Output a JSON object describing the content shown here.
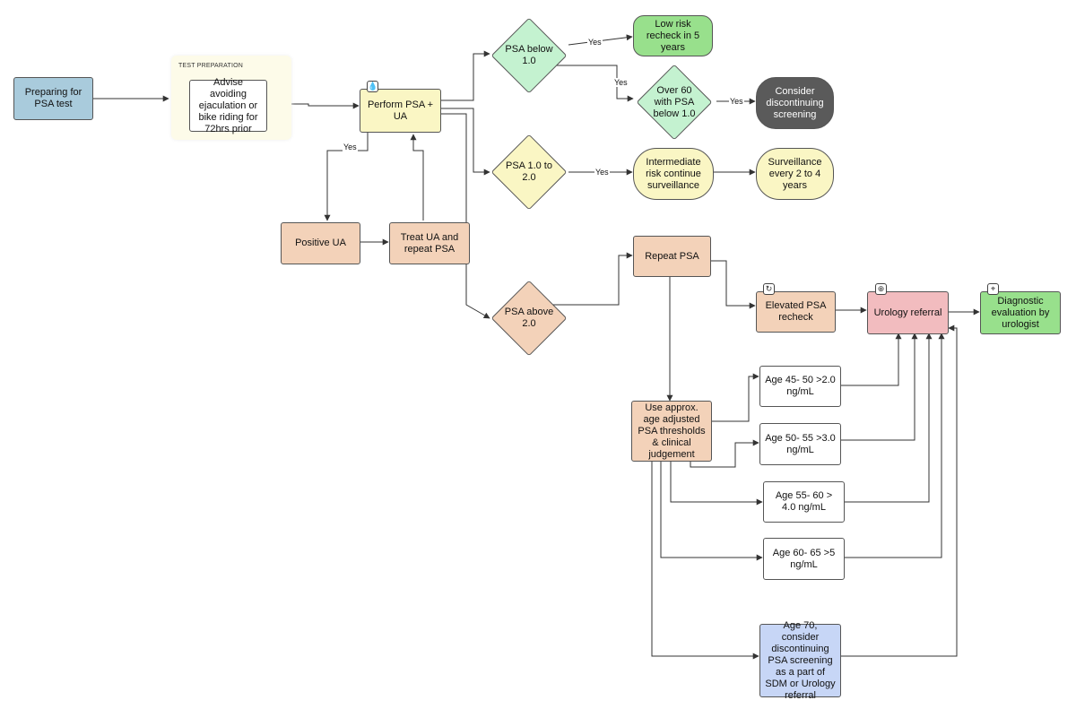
{
  "group": {
    "title": "TEST PREPARATION"
  },
  "colors": {
    "blue": "#a9cbdc",
    "yellow": "#faf6c4",
    "peach": "#f3d2b9",
    "green": "#98e08c",
    "lightgreen": "#c4f2d0",
    "dark": "#5a5a5a",
    "pink": "#f2bcbf",
    "lavender": "#c7d6f6"
  },
  "icons": {
    "perform": "drop-icon",
    "elevated": "repeat-icon",
    "urology": "user-add-icon",
    "diagnostic": "microscope-icon"
  },
  "nodes": {
    "preparing": "Preparing for PSA test",
    "advise": "Advise avoiding ejaculation or bike riding for 72hrs prior",
    "perform": "Perform PSA + UA",
    "positive": "Positive UA",
    "treat": "Treat UA and repeat PSA",
    "psa_below": "PSA below 1.0",
    "low_risk": "Low risk recheck in 5 years",
    "over60": "Over 60 with PSA below 1.0",
    "consider": "Consider discontinuing screening",
    "psa_mid": "PSA 1.0 to 2.0",
    "intermediate": "Intermediate risk continue surveillance",
    "surveillance": "Surveillance every 2 to 4 years",
    "psa_above": "PSA above 2.0",
    "repeat": "Repeat PSA",
    "elevated": "Elevated PSA recheck",
    "urology": "Urology referral",
    "diagnostic": "Diagnostic evaluation by urologist",
    "use_age": "Use approx. age adjusted PSA thresholds & clinical judgement",
    "age45": "Age 45- 50 >2.0 ng/mL",
    "age50": "Age 50- 55 >3.0 ng/mL",
    "age55": "Age 55- 60 > 4.0 ng/mL",
    "age60": "Age 60- 65 >5 ng/mL",
    "age70": "Age 70, consider discontinuing PSA screening as a part of SDM or Urology referral"
  },
  "edge_labels": {
    "yes1": "Yes",
    "yes2": "Yes",
    "yes3": "Yes",
    "yes4": "Yes",
    "yes5": "Yes"
  }
}
